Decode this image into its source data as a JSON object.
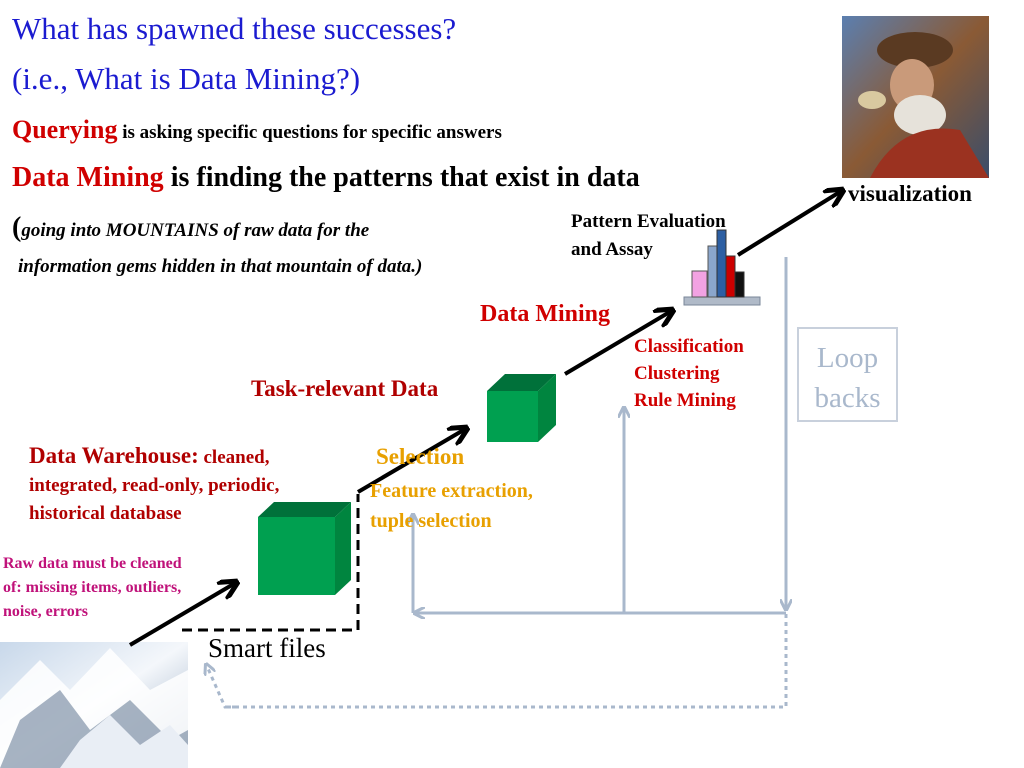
{
  "title": {
    "line1": "What has spawned these successes?",
    "line2": "(i.e., What is Data Mining?)"
  },
  "definitions": {
    "querying_term": "Querying",
    "querying_text": " is asking specific questions for specific answers",
    "dm_term": "Data Mining",
    "dm_text": " is finding the patterns that exist in data",
    "paren_open": "(",
    "gems_line1": "going into MOUNTAINS of raw data for the",
    "gems_line2": "information gems hidden in that mountain of data.)"
  },
  "diagram": {
    "raw_data_note": [
      "Raw data must be cleaned",
      "of: missing items, outliers,",
      "noise, errors"
    ],
    "warehouse_term": "Data Warehouse:",
    "warehouse_desc_1": " cleaned,",
    "warehouse_desc_2": "integrated, read-only, periodic,",
    "warehouse_desc_3": "historical database",
    "smart_files": "Smart files",
    "selection_title": "Selection",
    "selection_items": [
      "Feature extraction,",
      "tuple selection"
    ],
    "task_relevant": "Task-relevant Data",
    "data_mining": "Data Mining",
    "dm_methods": [
      "Classification",
      "Clustering",
      "Rule Mining"
    ],
    "pattern_eval": [
      "Pattern Evaluation",
      "and Assay"
    ],
    "visualization": "visualization",
    "loop_backs": [
      "Loop",
      "backs"
    ]
  },
  "colors": {
    "title": "#1b1bd0",
    "term_red": "#d00000",
    "orange": "#e8a000",
    "magenta": "#c0127a",
    "cube_green": "#00a050",
    "loop_gray": "#a9b8cc"
  },
  "images": {
    "mountain": "snowy-mountain-photo",
    "prospector": "prospector-holding-gem-painting"
  }
}
